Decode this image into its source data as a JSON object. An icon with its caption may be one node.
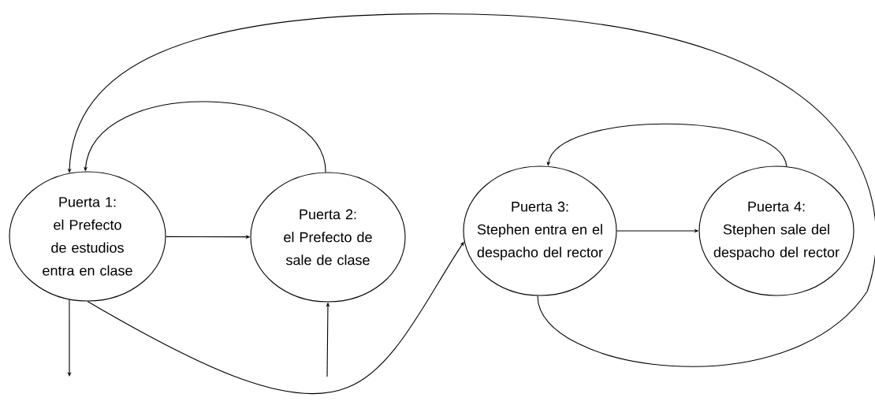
{
  "diagram": {
    "nodes": [
      {
        "text": [
          "Puerta 1:",
          "el Prefecto de estudios entra en clase"
        ]
      },
      {
        "text": [
          "Puerta 2:",
          "el Prefecto de sale de clase"
        ]
      },
      {
        "text": [
          "Puerta 3:",
          "Stephen entra en el despacho del rector"
        ]
      },
      {
        "text": [
          "Puerta 4:",
          "Stephen sale del despacho del rector"
        ]
      }
    ],
    "edges": [
      {
        "from": 0,
        "to": 1,
        "arrow": "to"
      },
      {
        "from": 1,
        "to": 0,
        "arrow": "to"
      },
      {
        "from": 2,
        "to": 3,
        "arrow": "to"
      },
      {
        "from": 3,
        "to": 2,
        "arrow": "to"
      },
      {
        "from": 2,
        "to": 0,
        "arrow": "to"
      },
      {
        "from": 0,
        "to": null,
        "arrow": "to"
      },
      {
        "from": null,
        "to": 1,
        "arrow": "to"
      },
      {
        "from": 0,
        "to": 2,
        "arrow": "to"
      }
    ]
  }
}
